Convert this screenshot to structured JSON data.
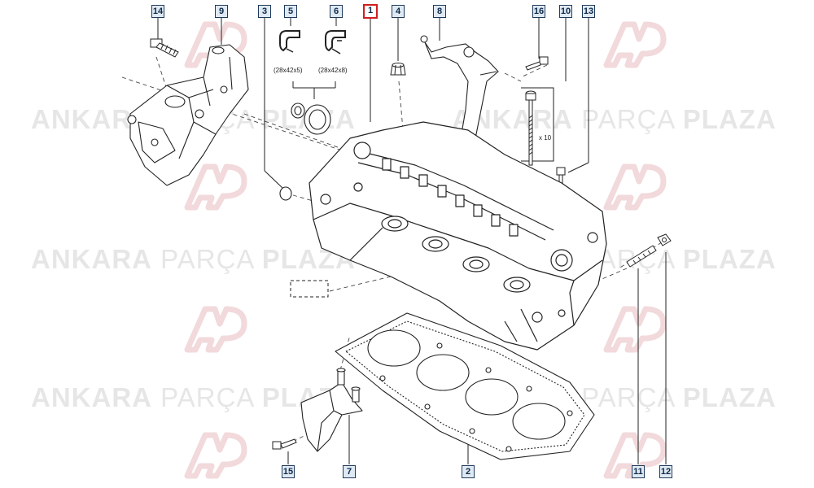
{
  "watermark": {
    "word1": "ANKARA",
    "word2": "PARÇA",
    "word3": "PLAZA"
  },
  "callouts": {
    "c14": "14",
    "c9": "9",
    "c3": "3",
    "c5": "5",
    "c6": "6",
    "c1": "1",
    "c4": "4",
    "c8": "8",
    "c16": "16",
    "c10": "10",
    "c13": "13",
    "c15": "15",
    "c7": "7",
    "c2": "2",
    "c11": "11",
    "c12": "12"
  },
  "seal_sizes": {
    "part5": "(28x42x5)",
    "part6": "(28x42x8)"
  },
  "bolt_quantity": "x 10",
  "colors": {
    "callout_border": "#1f3a5a",
    "callout_fill": "#dfe9f3",
    "primary_border": "#d11f1f",
    "line": "#222222",
    "watermark_red": "#e7b9bd"
  }
}
